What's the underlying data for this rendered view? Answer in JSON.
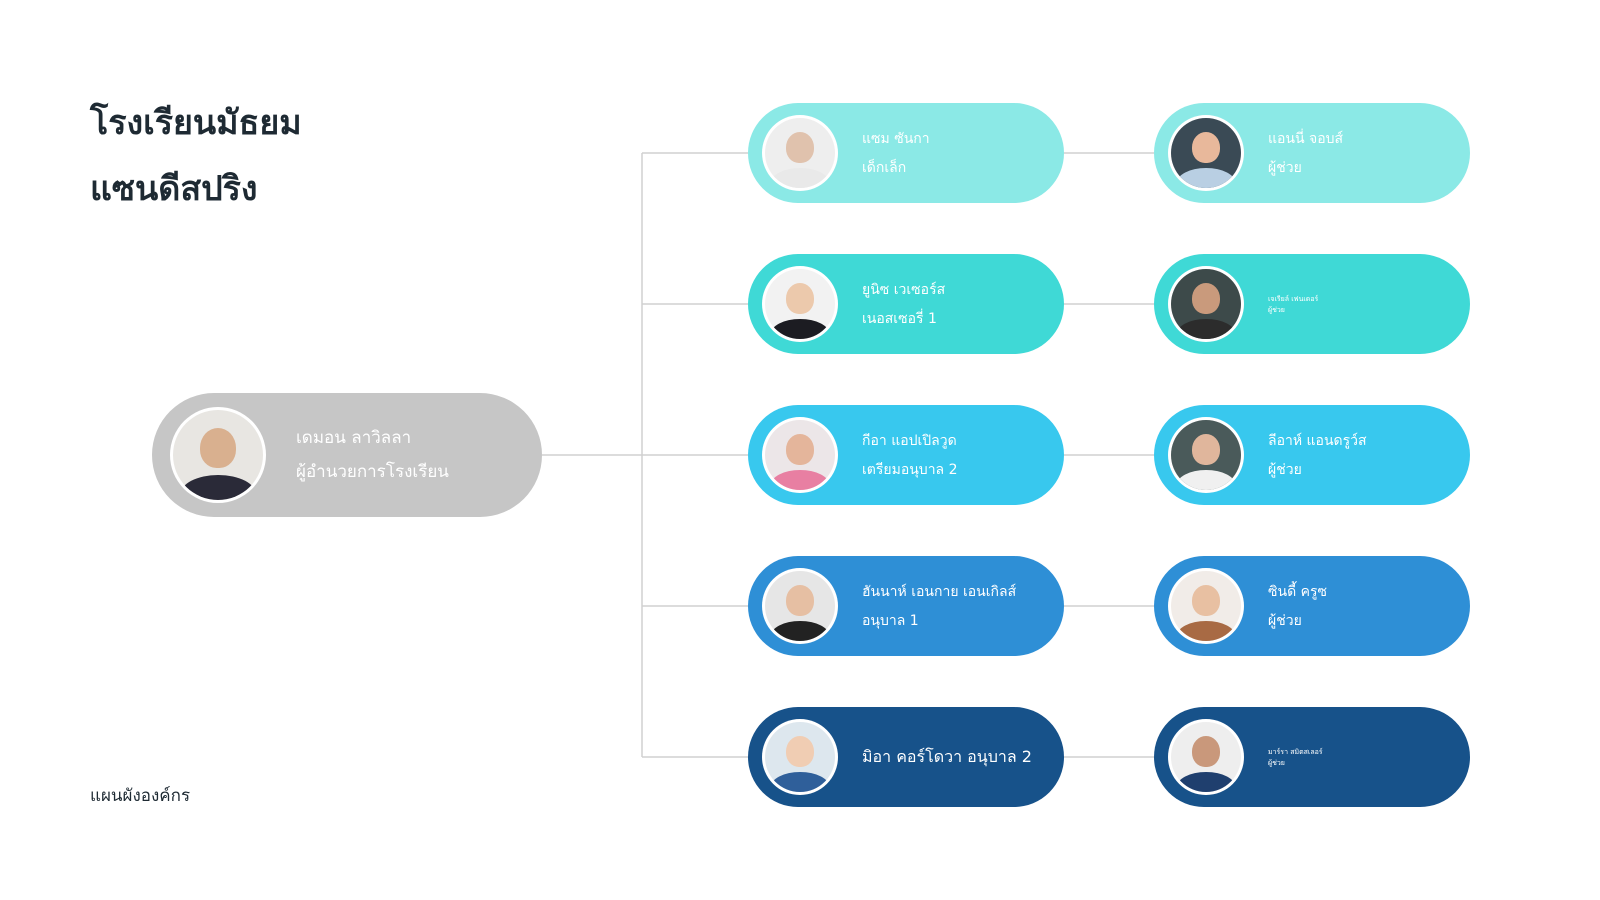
{
  "title": {
    "line1": "โรงเรียนมัธยม",
    "line2": "แซนดีสปริง"
  },
  "subtitle": "แผนผังองค์กร",
  "colors": {
    "root": "#c6c6c6",
    "rows": [
      "#8be9e6",
      "#3fd9d6",
      "#38c8ee",
      "#2e8fd6",
      "#17528a"
    ],
    "connector": "#d0d0d0"
  },
  "root": {
    "name": "เดมอน ลาวิลลา",
    "role": "ผู้อำนวยการโรงเรียน"
  },
  "rows": [
    {
      "teacher": {
        "name": "แซม ซันกา",
        "role": "เด็กเล็ก"
      },
      "assistant": {
        "name": "แอนนี่ จอบส์",
        "role": "ผู้ช่วย"
      }
    },
    {
      "teacher": {
        "name": "ยูนิซ เวเซอร์ส",
        "role": "เนอสเซอรี่ 1"
      },
      "assistant": {
        "name": "เจเรียล์ เฟนเดอร์",
        "role": "ผู้ช่วย"
      }
    },
    {
      "teacher": {
        "name": "กีอา แอปเปิลวูด",
        "role": "เตรียมอนุบาล 2"
      },
      "assistant": {
        "name": "ลีอาห์ แอนดรูว์ส",
        "role": "ผู้ช่วย"
      }
    },
    {
      "teacher": {
        "name": "ฮันนาห์ เอนกาย เอนเกิลส์",
        "role": "อนุบาล 1"
      },
      "assistant": {
        "name": "ซินดี้ ครูซ",
        "role": "ผู้ช่วย"
      }
    },
    {
      "teacher": {
        "name": "มิอา คอร์โดวา อนุบาล 2"
      },
      "assistant": {
        "name": "มาร์รา สมิตสเลอร์",
        "role": "ผู้ช่วย"
      }
    }
  ]
}
